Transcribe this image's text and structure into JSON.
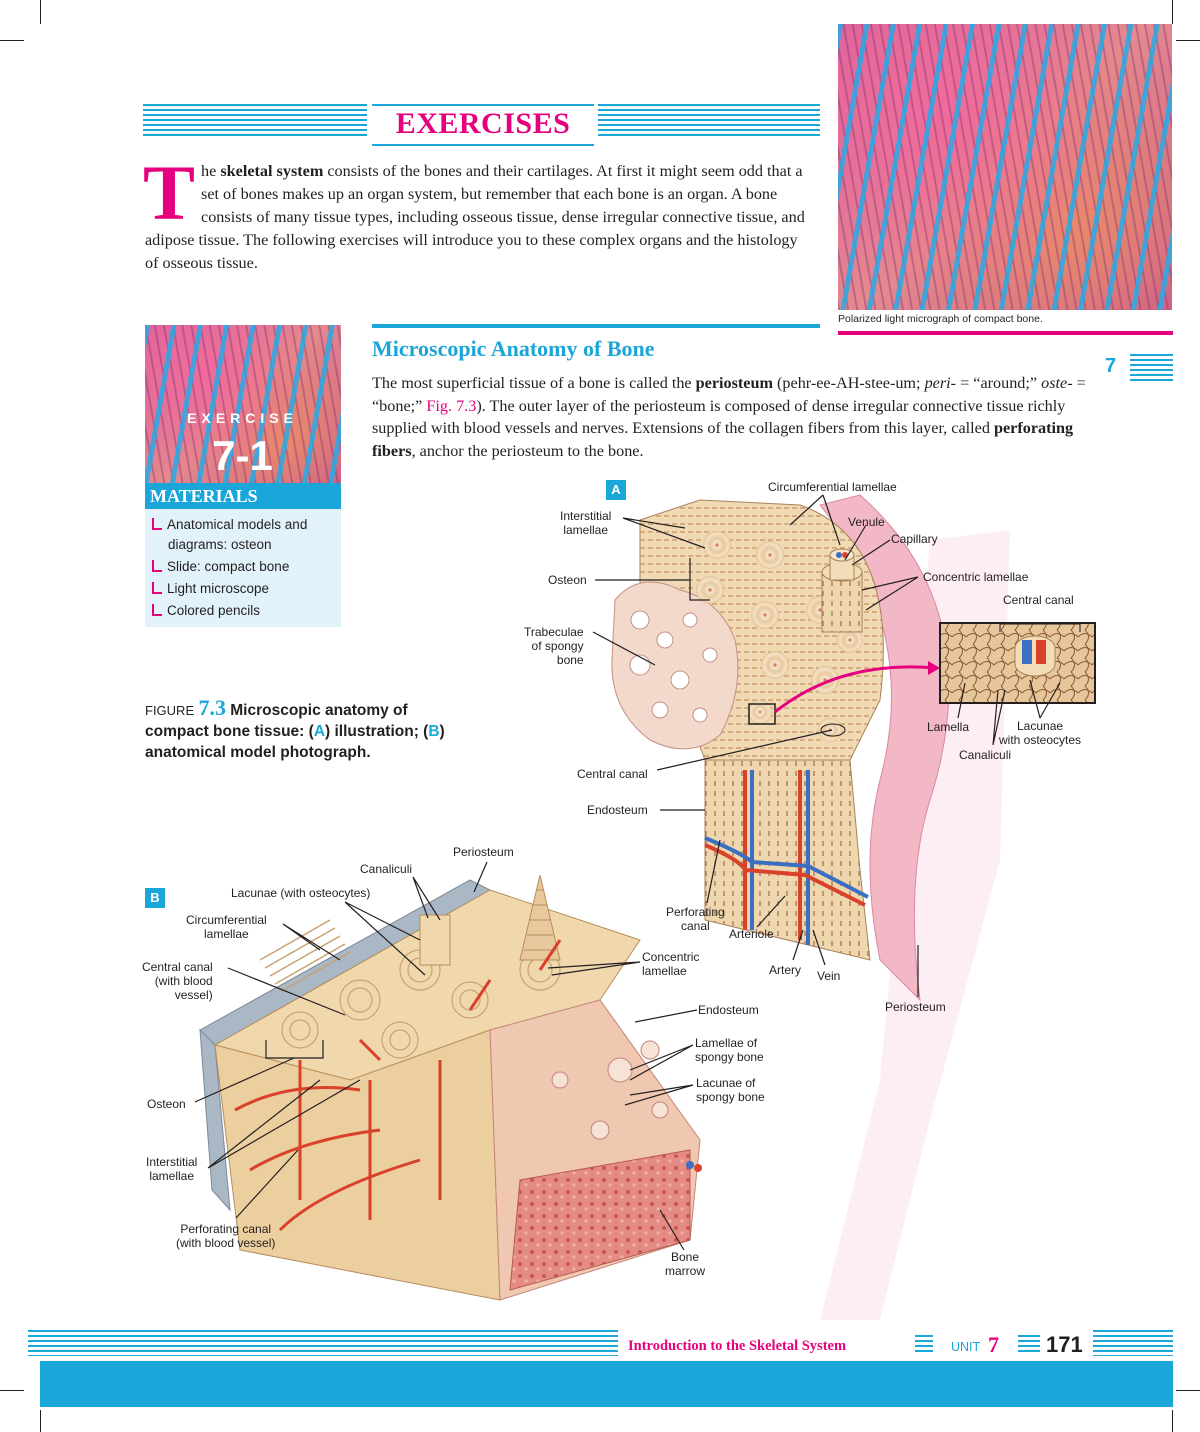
{
  "header": {
    "title": "EXERCISES"
  },
  "intro": {
    "dropcap": "T",
    "part1": "he ",
    "term": "skeletal system",
    "part2": " consists of the bones and their cartilages. At first it might seem odd that a set of bones makes up an organ system, but remember that each bone is an organ. A bone consists of many tissue types, including osseous tissue, dense irregular connective tissue, and adipose tissue. The following exercises will introduce you to these complex organs and the histology of osseous tissue."
  },
  "micrograph_caption": "Polarized light micrograph of compact bone.",
  "exercise": {
    "label": "EXERCISE",
    "number": "7-1"
  },
  "materials": {
    "heading": "MATERIALS",
    "items": [
      "Anatomical models and",
      "diagrams: osteon",
      "Slide: compact bone",
      "Light microscope",
      "Colored pencils"
    ]
  },
  "section": {
    "title": "Microscopic Anatomy of Bone",
    "p1": "The most superficial tissue of a bone is called the ",
    "term1": "periosteum",
    "p2": " (pehr-ee-AH-stee-um; ",
    "pre1": "peri-",
    "p3": " = “around;” ",
    "pre2": "oste-",
    "p4": " = “bone;” ",
    "figref": "Fig. 7.3",
    "p5": "). The outer layer of the periosteum is composed of dense irregular connective tissue richly supplied with blood vessels and nerves. Extensions of the collagen fibers from this layer, called ",
    "term2": "perforating fibers",
    "p6": ", anchor the periosteum to the bone."
  },
  "chapter_tab": "7",
  "figure": {
    "label": "FIGURE",
    "number": "7.3",
    "t1": "Microscopic anatomy of compact bone tissue: (",
    "a": "A",
    "t2": ") illustration; (",
    "b": "B",
    "t3": ") anatomical model photograph."
  },
  "panel_a": {
    "badge": "A",
    "labels": {
      "circumferential": "Circumferential lamellae",
      "venule": "Venule",
      "capillary": "Capillary",
      "interstitial": "Interstitial\nlamellae",
      "osteon": "Osteon",
      "concentric": "Concentric lamellae",
      "central_canal_inset": "Central canal",
      "trabeculae": "Trabeculae\nof spongy\nbone",
      "lamella": "Lamella",
      "lacunae": "Lacunae\nwith osteocytes",
      "canaliculi": "Canaliculi",
      "central_canal": "Central canal",
      "endosteum": "Endosteum",
      "perforating": "Perforating\ncanal",
      "arteriole": "Arteriole",
      "artery": "Artery",
      "vein": "Vein",
      "periosteum": "Periosteum"
    }
  },
  "panel_b": {
    "badge": "B",
    "labels": {
      "periosteum": "Periosteum",
      "canaliculi": "Canaliculi",
      "lacunae": "Lacunae (with osteocytes)",
      "circumferential": "Circumferential\nlamellae",
      "central_canal": "Central canal\n(with blood\nvessel)",
      "osteon": "Osteon",
      "interstitial": "Interstitial\nlamellae",
      "perforating": "Perforating canal\n(with blood vessel)",
      "concentric": "Concentric\nlamellae",
      "endosteum": "Endosteum",
      "lamellae_spongy": "Lamellae of\nspongy bone",
      "lacunae_spongy": "Lacunae of\nspongy bone",
      "marrow": "Bone\nmarrow"
    }
  },
  "footer": {
    "title": "Introduction to the Skeletal System",
    "unit_label": "UNIT",
    "unit_number": "7",
    "page": "171"
  },
  "colors": {
    "accent_blue": "#1aa6d9",
    "accent_pink": "#e6007e",
    "bone": "#f1dcb8",
    "vessel_red": "#d9412b"
  }
}
